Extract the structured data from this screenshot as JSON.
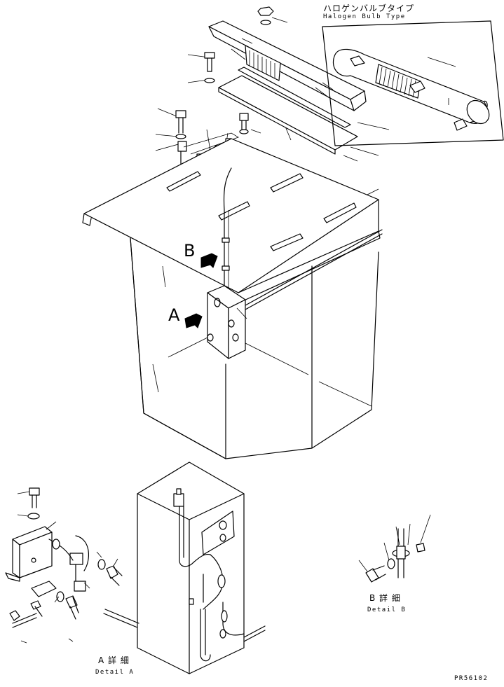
{
  "halogen": {
    "label_jp": "ハロゲンバルブタイプ",
    "label_en": "Halogen Bulb Type"
  },
  "callouts": {
    "b": "B",
    "a": "A"
  },
  "detail_b": {
    "label_jp": "B 詳 細",
    "label_en": "Detail B"
  },
  "detail_a": {
    "label_jp": "A 詳 細",
    "label_en": "Detail A"
  },
  "part_number": "PR56102"
}
